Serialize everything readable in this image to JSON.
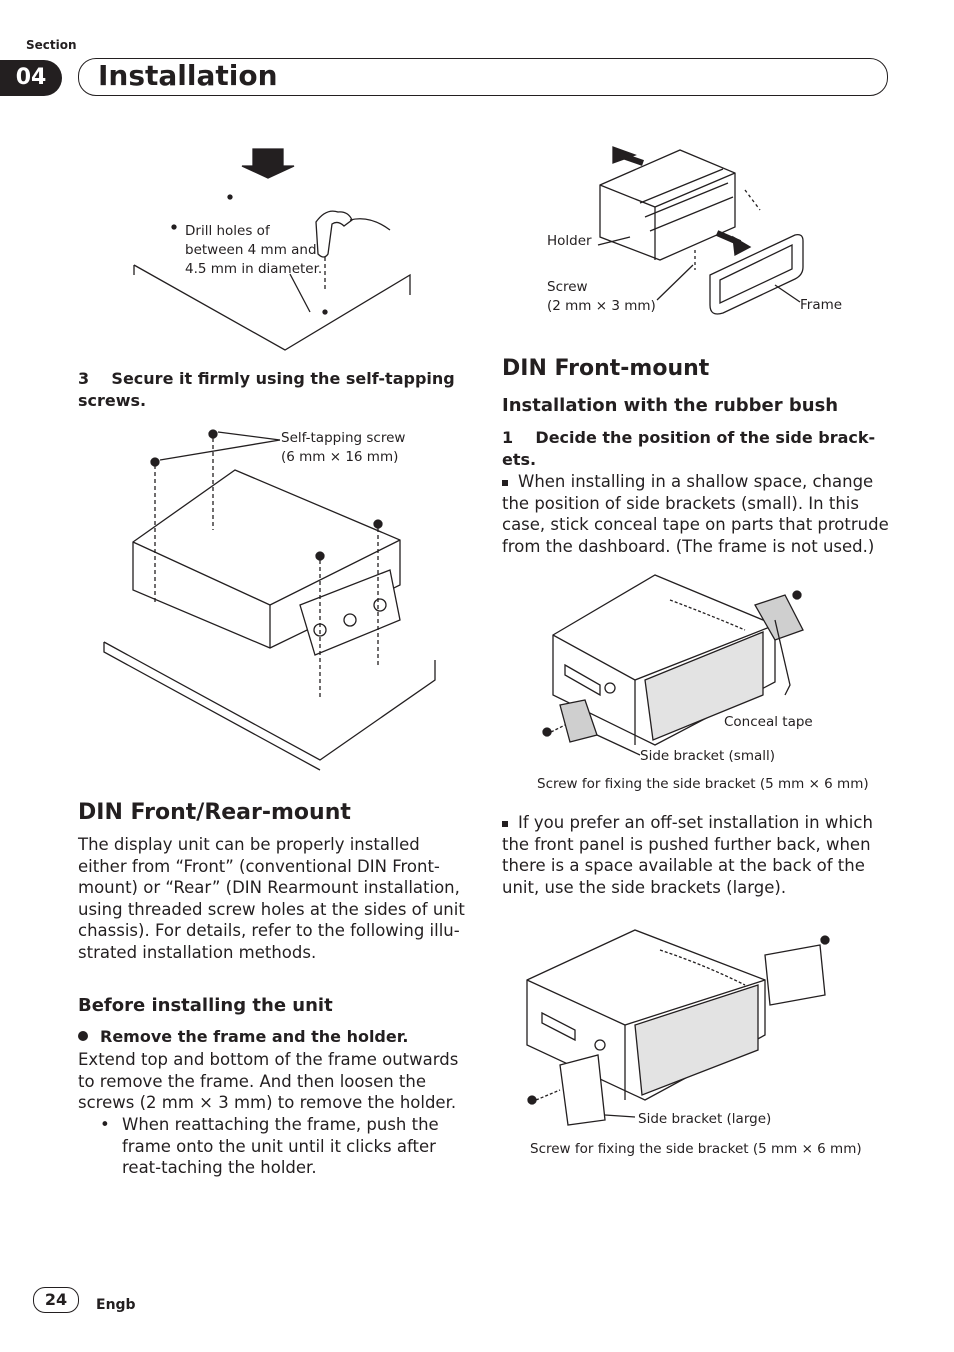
{
  "header": {
    "section_label": "Section",
    "section_number": "04",
    "title": "Installation"
  },
  "fig_drill": {
    "label": "Drill holes of\nbetween 4 mm and\n4.5 mm in diameter."
  },
  "step3": {
    "number": "3",
    "text": "Secure it firmly using the self-tapping screws."
  },
  "fig_selftap": {
    "label": "Self-tapping screw\n(6 mm × 16 mm)"
  },
  "din_front_rear": {
    "heading": "DIN Front/Rear-mount",
    "body": "The display unit can be properly installed either from “Front” (conventional DIN Front-mount) or “Rear” (DIN Rearmount installation, using threaded screw holes at the sides of unit chassis). For details, refer to the following illu-strated installation methods.",
    "before_heading": "Before installing the unit",
    "bullet_bold": "Remove the frame and the holder.",
    "bullet_body": "Extend top and bottom of the frame outwards to remove the frame. And then loosen the screws (2 mm × 3 mm) to remove the holder.",
    "sub_bullet": "When reattaching the frame, push the frame onto the unit until it clicks after reat-taching the holder."
  },
  "fig_holder": {
    "holder_label": "Holder",
    "screw_label": "Screw\n(2 mm × 3 mm)",
    "frame_label": "Frame"
  },
  "din_front": {
    "heading": "DIN Front-mount",
    "subheading": "Installation with the rubber bush",
    "step1_number": "1",
    "step1_text": "Decide the position of the side brack-ets.",
    "note1": "When installing in a shallow space, change the position of side brackets (small). In this case, stick conceal tape on parts that protrude from the dashboard. (The frame is not used.)",
    "note2": "If you prefer an off-set installation in which the front panel is pushed further back, when there is a space available at the back of the unit, use the side brackets (large)."
  },
  "fig_small": {
    "conceal_tape": "Conceal tape",
    "side_bracket_small": "Side bracket (small)",
    "screw_fixing": "Screw for fixing the side bracket (5 mm × 6 mm)"
  },
  "fig_large": {
    "side_bracket_large": "Side bracket (large)",
    "screw_fixing": "Screw for fixing the side bracket (5 mm × 6 mm)"
  },
  "footer": {
    "page_number": "24",
    "language": "Engb"
  }
}
